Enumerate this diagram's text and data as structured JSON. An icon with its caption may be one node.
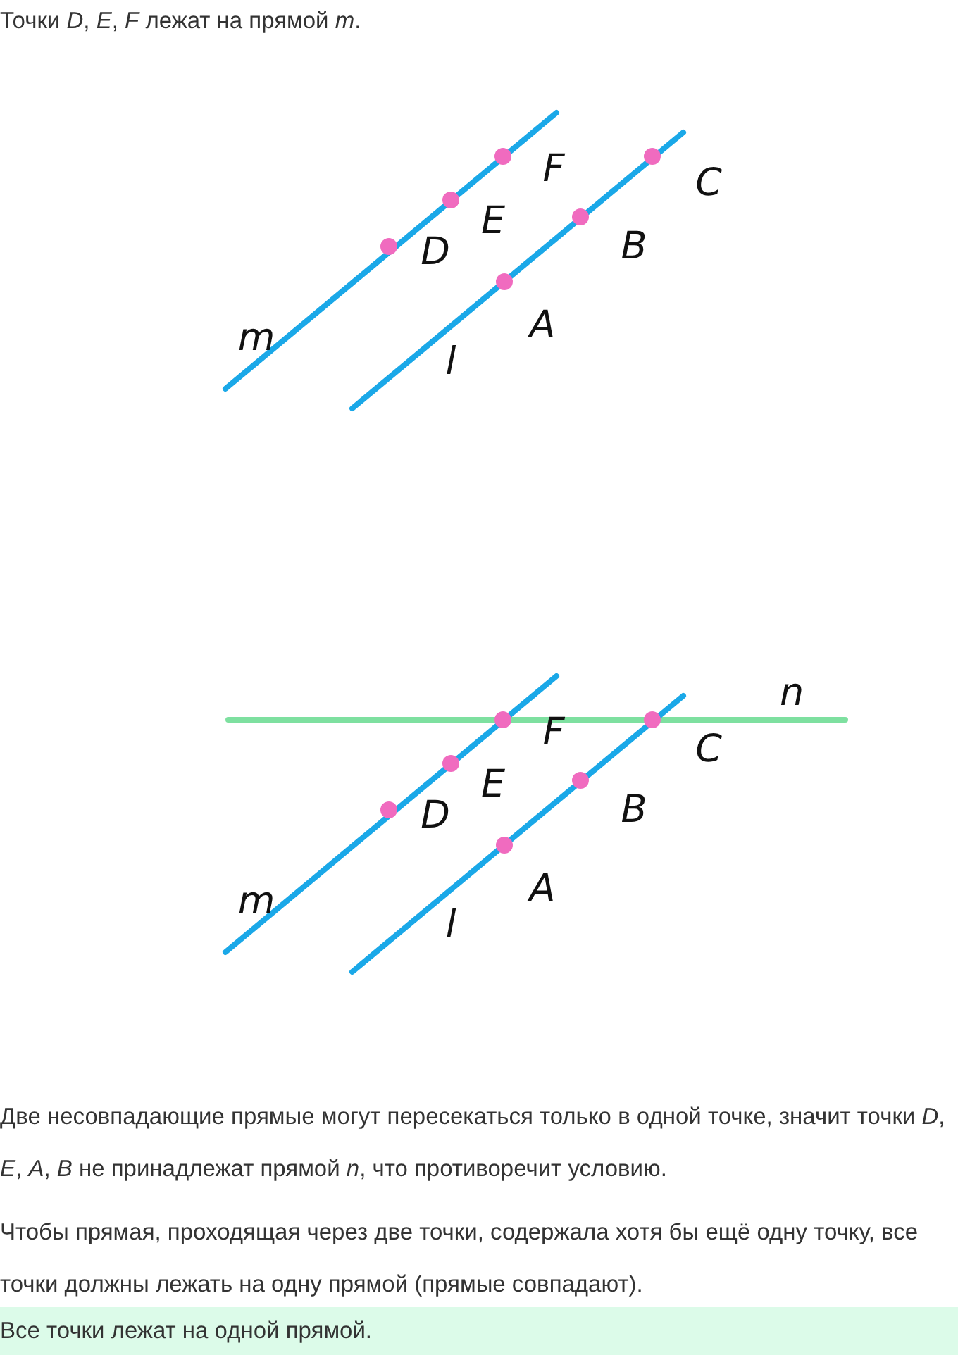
{
  "diagram": {
    "labels": [
      "Точки *D*,  *E*,  *F* лежат на прямой *m*.",
      "F",
      "C",
      "E",
      "B",
      "D",
      "A",
      "m",
      "l",
      "n",
      "F",
      "C",
      "E",
      "B",
      "D",
      "A",
      "m",
      "l",
      "Две несовпадающие прямые могут пересекаться только в одной точке, значит точки *D*,  *E*,  *A*,  *B* не принадлежат прямой *n*, что противоречит условию.",
      "Чтобы прямая, проходящая через две точки, содержала хотя бы ещё одну точку, все точки должны лежать на одну прямой (прямые совпадают).",
      "Все точки лежат на одной прямой."
    ]
  }
}
